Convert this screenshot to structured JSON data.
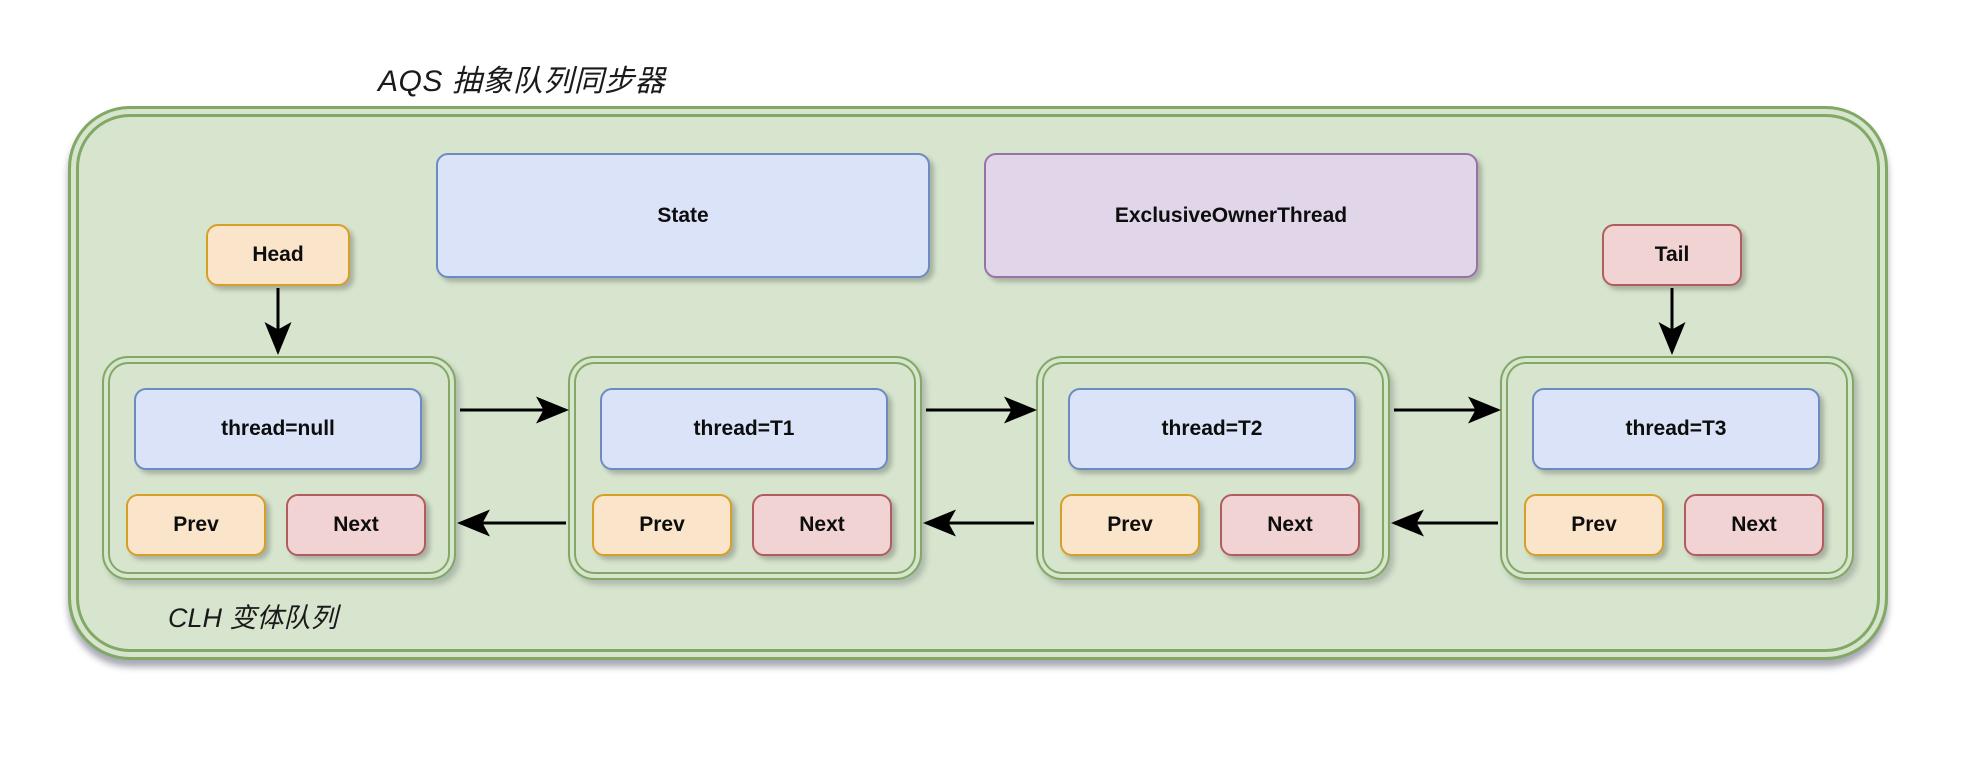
{
  "diagram": {
    "title": "AQS 抽象队列同步器",
    "queue_label": "CLH 变体队列",
    "colors": {
      "container_fill": "#d7e5ce",
      "container_border": "#81a965",
      "blue_fill": "#dae3f7",
      "blue_border": "#6d8bc0",
      "purple_fill": "#e1d5e9",
      "purple_border": "#9673a6",
      "orange_fill": "#fae4ca",
      "orange_border": "#d6a028",
      "red_fill": "#f2d3d3",
      "red_border": "#b15d5d",
      "arrow": "#000000"
    },
    "fields": {
      "state": "State",
      "exclusive_owner_thread": "ExclusiveOwnerThread",
      "head": "Head",
      "tail": "Tail"
    },
    "pointer_labels": {
      "prev": "Prev",
      "next": "Next"
    },
    "nodes": [
      {
        "thread": "thread=null",
        "prev": "Prev",
        "next": "Next"
      },
      {
        "thread": "thread=T1",
        "prev": "Prev",
        "next": "Next"
      },
      {
        "thread": "thread=T2",
        "prev": "Prev",
        "next": "Next"
      },
      {
        "thread": "thread=T3",
        "prev": "Prev",
        "next": "Next"
      }
    ],
    "edges": [
      {
        "from": "Head",
        "to": "node0",
        "direction": "down"
      },
      {
        "from": "Tail",
        "to": "node3",
        "direction": "down"
      },
      {
        "from": "node0",
        "to": "node1",
        "direction": "right",
        "role": "next"
      },
      {
        "from": "node1",
        "to": "node2",
        "direction": "right",
        "role": "next"
      },
      {
        "from": "node2",
        "to": "node3",
        "direction": "right",
        "role": "next"
      },
      {
        "from": "node1",
        "to": "node0",
        "direction": "left",
        "role": "prev"
      },
      {
        "from": "node2",
        "to": "node1",
        "direction": "left",
        "role": "prev"
      },
      {
        "from": "node3",
        "to": "node2",
        "direction": "left",
        "role": "prev"
      }
    ]
  }
}
